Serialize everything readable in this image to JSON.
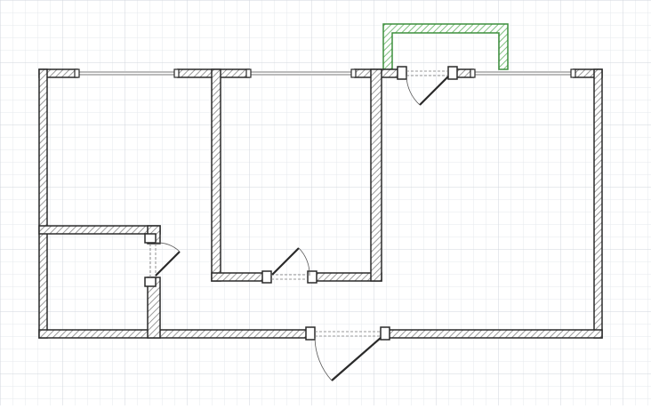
{
  "colors": {
    "background": "#ffffff",
    "grid_minor": "#e6e8ec",
    "grid_major": "#d2d6dc",
    "wall_fill": "#ffffff",
    "wall_hatch": "#9a9a9a",
    "wall_stroke": "#2a2a2a",
    "balcony_stroke": "#3d8f3d",
    "balcony_hatch": "#7fbf7f",
    "door_swing": "#555555",
    "window_line": "#777777"
  },
  "icons": {
    "wall": "hatched-wall",
    "door": "door-swing",
    "window": "window-pane"
  },
  "plan": {
    "rooms": [
      "room-left-upper",
      "room-left-lower-bath",
      "room-center",
      "room-right-hall"
    ],
    "doors": [
      "door-bath",
      "door-center-room",
      "door-balcony",
      "door-entrance"
    ],
    "windows": [
      "window-left-room",
      "window-center-room",
      "window-right-room"
    ],
    "balcony": "balcony"
  }
}
